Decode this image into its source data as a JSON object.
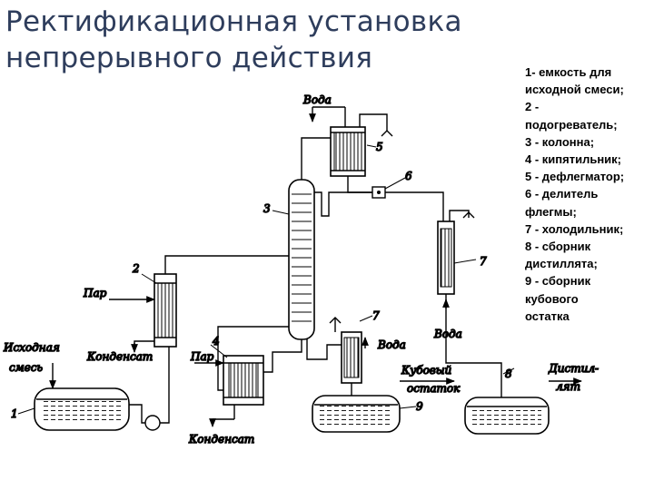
{
  "title": {
    "line1": "Ректификационная установка",
    "line2": "непрерывного действия"
  },
  "legend": {
    "lines": [
      "1- емкость для",
      "исходной смеси;",
      "2 -",
      "подогреватель;",
      "3 - колонна;",
      "4 - кипятильник;",
      "5 - дефлегматор;",
      "6 - делитель",
      "флегмы;",
      "7 - холодильник;",
      "8 - сборник",
      "дистиллята;",
      "9 - сборник",
      "кубового",
      "остатка"
    ]
  },
  "labels": {
    "water_top": "Вода",
    "water_right": "Вода",
    "water_bottom": "Вода",
    "steam_left": "Пар",
    "steam_bottom": "Пар",
    "condensate_left": "Конденсат",
    "condensate_bottom": "Конденсат",
    "feed_line1": "Исходная",
    "feed_line2": "смесь",
    "bottoms_line1": "Кубовый",
    "bottoms_line2": "остаток",
    "distillate_line1": "Дистил-",
    "distillate_line2": "лят"
  },
  "numbers": {
    "n1": "1",
    "n2": "2",
    "n3": "3",
    "n4": "4",
    "n5": "5",
    "n6": "6",
    "n7a": "7",
    "n7b": "7",
    "n8": "8",
    "n9": "9"
  }
}
